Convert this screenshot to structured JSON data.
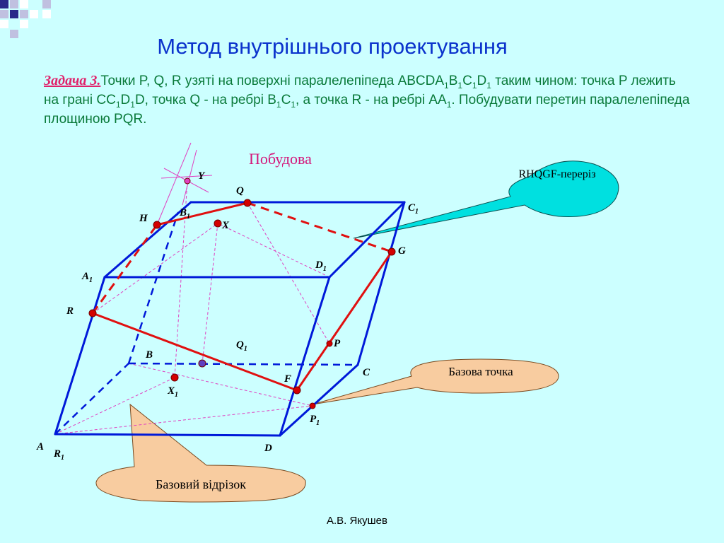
{
  "slide": {
    "title": "Метод внутрішнього проектування",
    "task_label": "Задача 3.",
    "task_text": [
      {
        "t": "Точки P, Q, R узяті на поверхні паралелепіпеда ABCDA"
      },
      {
        "s": "1"
      },
      {
        "t": "B"
      },
      {
        "s": "1"
      },
      {
        "t": "C"
      },
      {
        "s": "1"
      },
      {
        "t": "D"
      },
      {
        "s": "1"
      },
      {
        "t": " таким чином: точка P лежить на грані CC"
      },
      {
        "s": "1"
      },
      {
        "t": "D"
      },
      {
        "s": "1"
      },
      {
        "t": "D, точка Q - на ребрі B"
      },
      {
        "s": "1"
      },
      {
        "t": "C"
      },
      {
        "s": "1"
      },
      {
        "t": ", а точка R - на ребрі AA"
      },
      {
        "s": "1"
      },
      {
        "t": ". Побудувати перетин паралелепіпеда площиною PQR."
      }
    ],
    "construction_title": "Побудова",
    "author": "А.В. Якушев"
  },
  "callouts": {
    "section": "RHQGF-переріз",
    "base_point": "Базова точка",
    "base_segment": "Базовий відрізок"
  },
  "colors": {
    "background": "#ccffff",
    "title": "#0b33cc",
    "task_text": "#0a7a3a",
    "accent": "#e0226b",
    "edges": "#0019d9",
    "section": "#e01010",
    "aux": "#e040c0",
    "point": "#d40000",
    "callout_fill": "#f8cca0",
    "callout_cyan": "#00e0e0"
  },
  "figure": {
    "labels": [
      {
        "name": "label-Y",
        "main": "Y",
        "sub": ""
      },
      {
        "name": "label-Q",
        "main": "Q",
        "sub": ""
      },
      {
        "name": "label-C1",
        "main": "C",
        "sub": "1"
      },
      {
        "name": "label-H",
        "main": "H",
        "sub": ""
      },
      {
        "name": "label-B1",
        "main": "B",
        "sub": "1"
      },
      {
        "name": "label-X",
        "main": "X",
        "sub": ""
      },
      {
        "name": "label-G",
        "main": "G",
        "sub": ""
      },
      {
        "name": "label-D1",
        "main": "D",
        "sub": "1"
      },
      {
        "name": "label-A1",
        "main": "A",
        "sub": "1"
      },
      {
        "name": "label-R",
        "main": "R",
        "sub": ""
      },
      {
        "name": "label-Q1",
        "main": "Q",
        "sub": "1"
      },
      {
        "name": "label-P",
        "main": "P",
        "sub": ""
      },
      {
        "name": "label-B",
        "main": "B",
        "sub": ""
      },
      {
        "name": "label-C",
        "main": "C",
        "sub": ""
      },
      {
        "name": "label-F",
        "main": "F",
        "sub": ""
      },
      {
        "name": "label-X1",
        "main": "X",
        "sub": "1"
      },
      {
        "name": "label-P1",
        "main": "P",
        "sub": "1"
      },
      {
        "name": "label-A",
        "main": "A",
        "sub": ""
      },
      {
        "name": "label-R1",
        "main": "R",
        "sub": "1"
      },
      {
        "name": "label-D",
        "main": "D",
        "sub": ""
      }
    ]
  }
}
